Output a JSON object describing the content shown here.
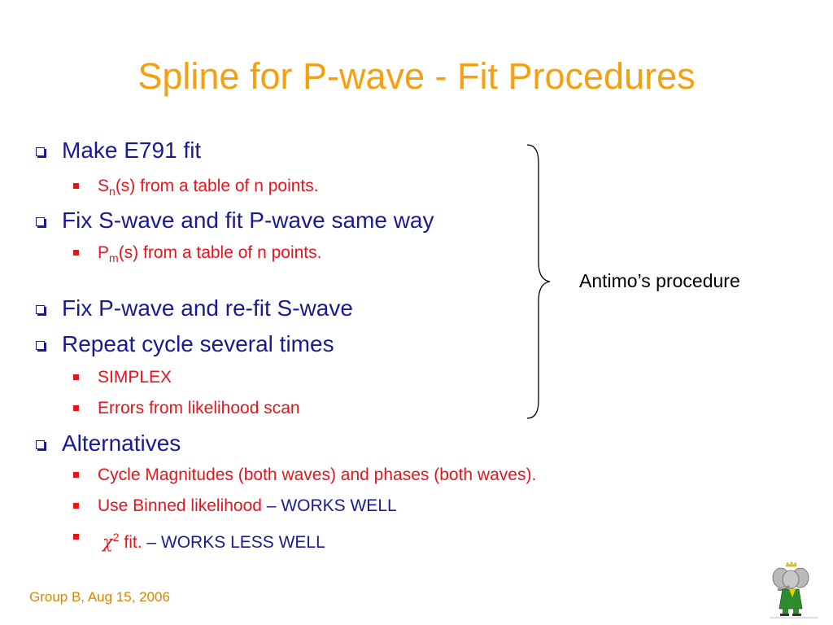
{
  "title": "Spline for P-wave - Fit Procedures",
  "bullets": [
    {
      "text": "Make E791 fit"
    },
    {
      "sub_s": "S",
      "sub_idx": "n",
      "sub_rest": "(s) from a table of n points."
    },
    {
      "text": "Fix S-wave and fit P-wave same way"
    },
    {
      "sub_s": "P",
      "sub_idx": "m",
      "sub_rest": "(s) from a table of n points."
    },
    {
      "text": "Fix P-wave and re-fit S-wave"
    },
    {
      "text": "Repeat cycle several times"
    },
    {
      "text": "SIMPLEX"
    },
    {
      "text": "Errors from likelihood scan"
    },
    {
      "text": "Alternatives"
    },
    {
      "text": "Cycle Magnitudes (both waves) and phases (both waves)."
    },
    {
      "red": "Use Binned likelihood",
      "blue": " – WORKS WELL"
    },
    {
      "chi": "χ",
      "sup": "2",
      "red": " fit.",
      "blue": " – WORKS LESS WELL"
    }
  ],
  "brace_note": "Antimo’s procedure",
  "footer": "Group B, Aug 15, 2006",
  "colors": {
    "title": "#f5a00f",
    "level1": "#1a1a96",
    "level2": "#e8141b",
    "footer": "#d18a00"
  },
  "logo_icon": "elephant-mascot-icon"
}
